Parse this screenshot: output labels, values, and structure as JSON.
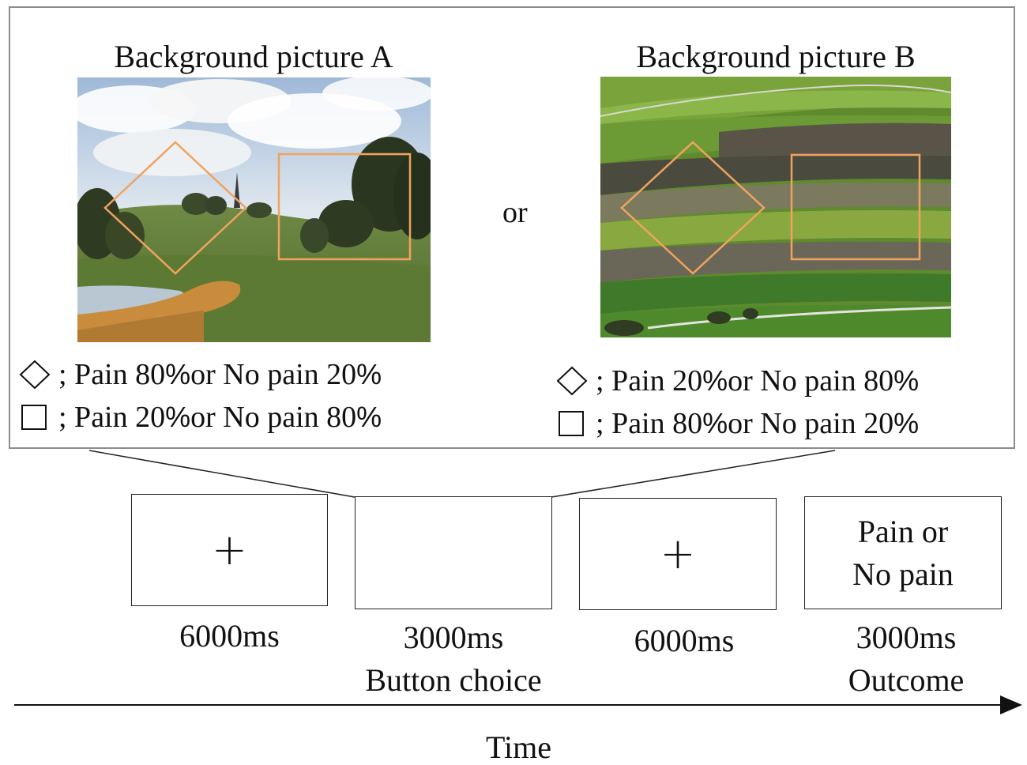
{
  "panel": {
    "picture_a": {
      "title": "Background picture A",
      "rules": [
        {
          "symbol": "diamond-icon",
          "text_before": "; Pain 80",
          "text_mid": " or No pain 20",
          "pct": "%"
        },
        {
          "symbol": "square-icon",
          "text_before": "; Pain 20",
          "text_mid": " or No pain 80",
          "pct": "%"
        }
      ]
    },
    "or_label": "or",
    "picture_b": {
      "title": "Background picture B",
      "rules": [
        {
          "symbol": "diamond-icon",
          "text_before": "; Pain 20",
          "text_mid": " or No pain 80",
          "pct": "%"
        },
        {
          "symbol": "square-icon",
          "text_before": "; Pain 80",
          "text_mid": " or No pain 20",
          "pct": "%"
        }
      ]
    },
    "shape_color": "#f0a35e"
  },
  "timeline": {
    "screens": [
      {
        "content": "+",
        "duration": "6000ms",
        "caption": ""
      },
      {
        "content": "",
        "duration": "3000ms",
        "caption": "Button choice"
      },
      {
        "content": "+",
        "duration": "6000ms",
        "caption": ""
      },
      {
        "content_line1": "Pain or",
        "content_line2": "No pain",
        "duration": "3000ms",
        "caption": "Outcome"
      }
    ],
    "axis_label": "Time"
  }
}
